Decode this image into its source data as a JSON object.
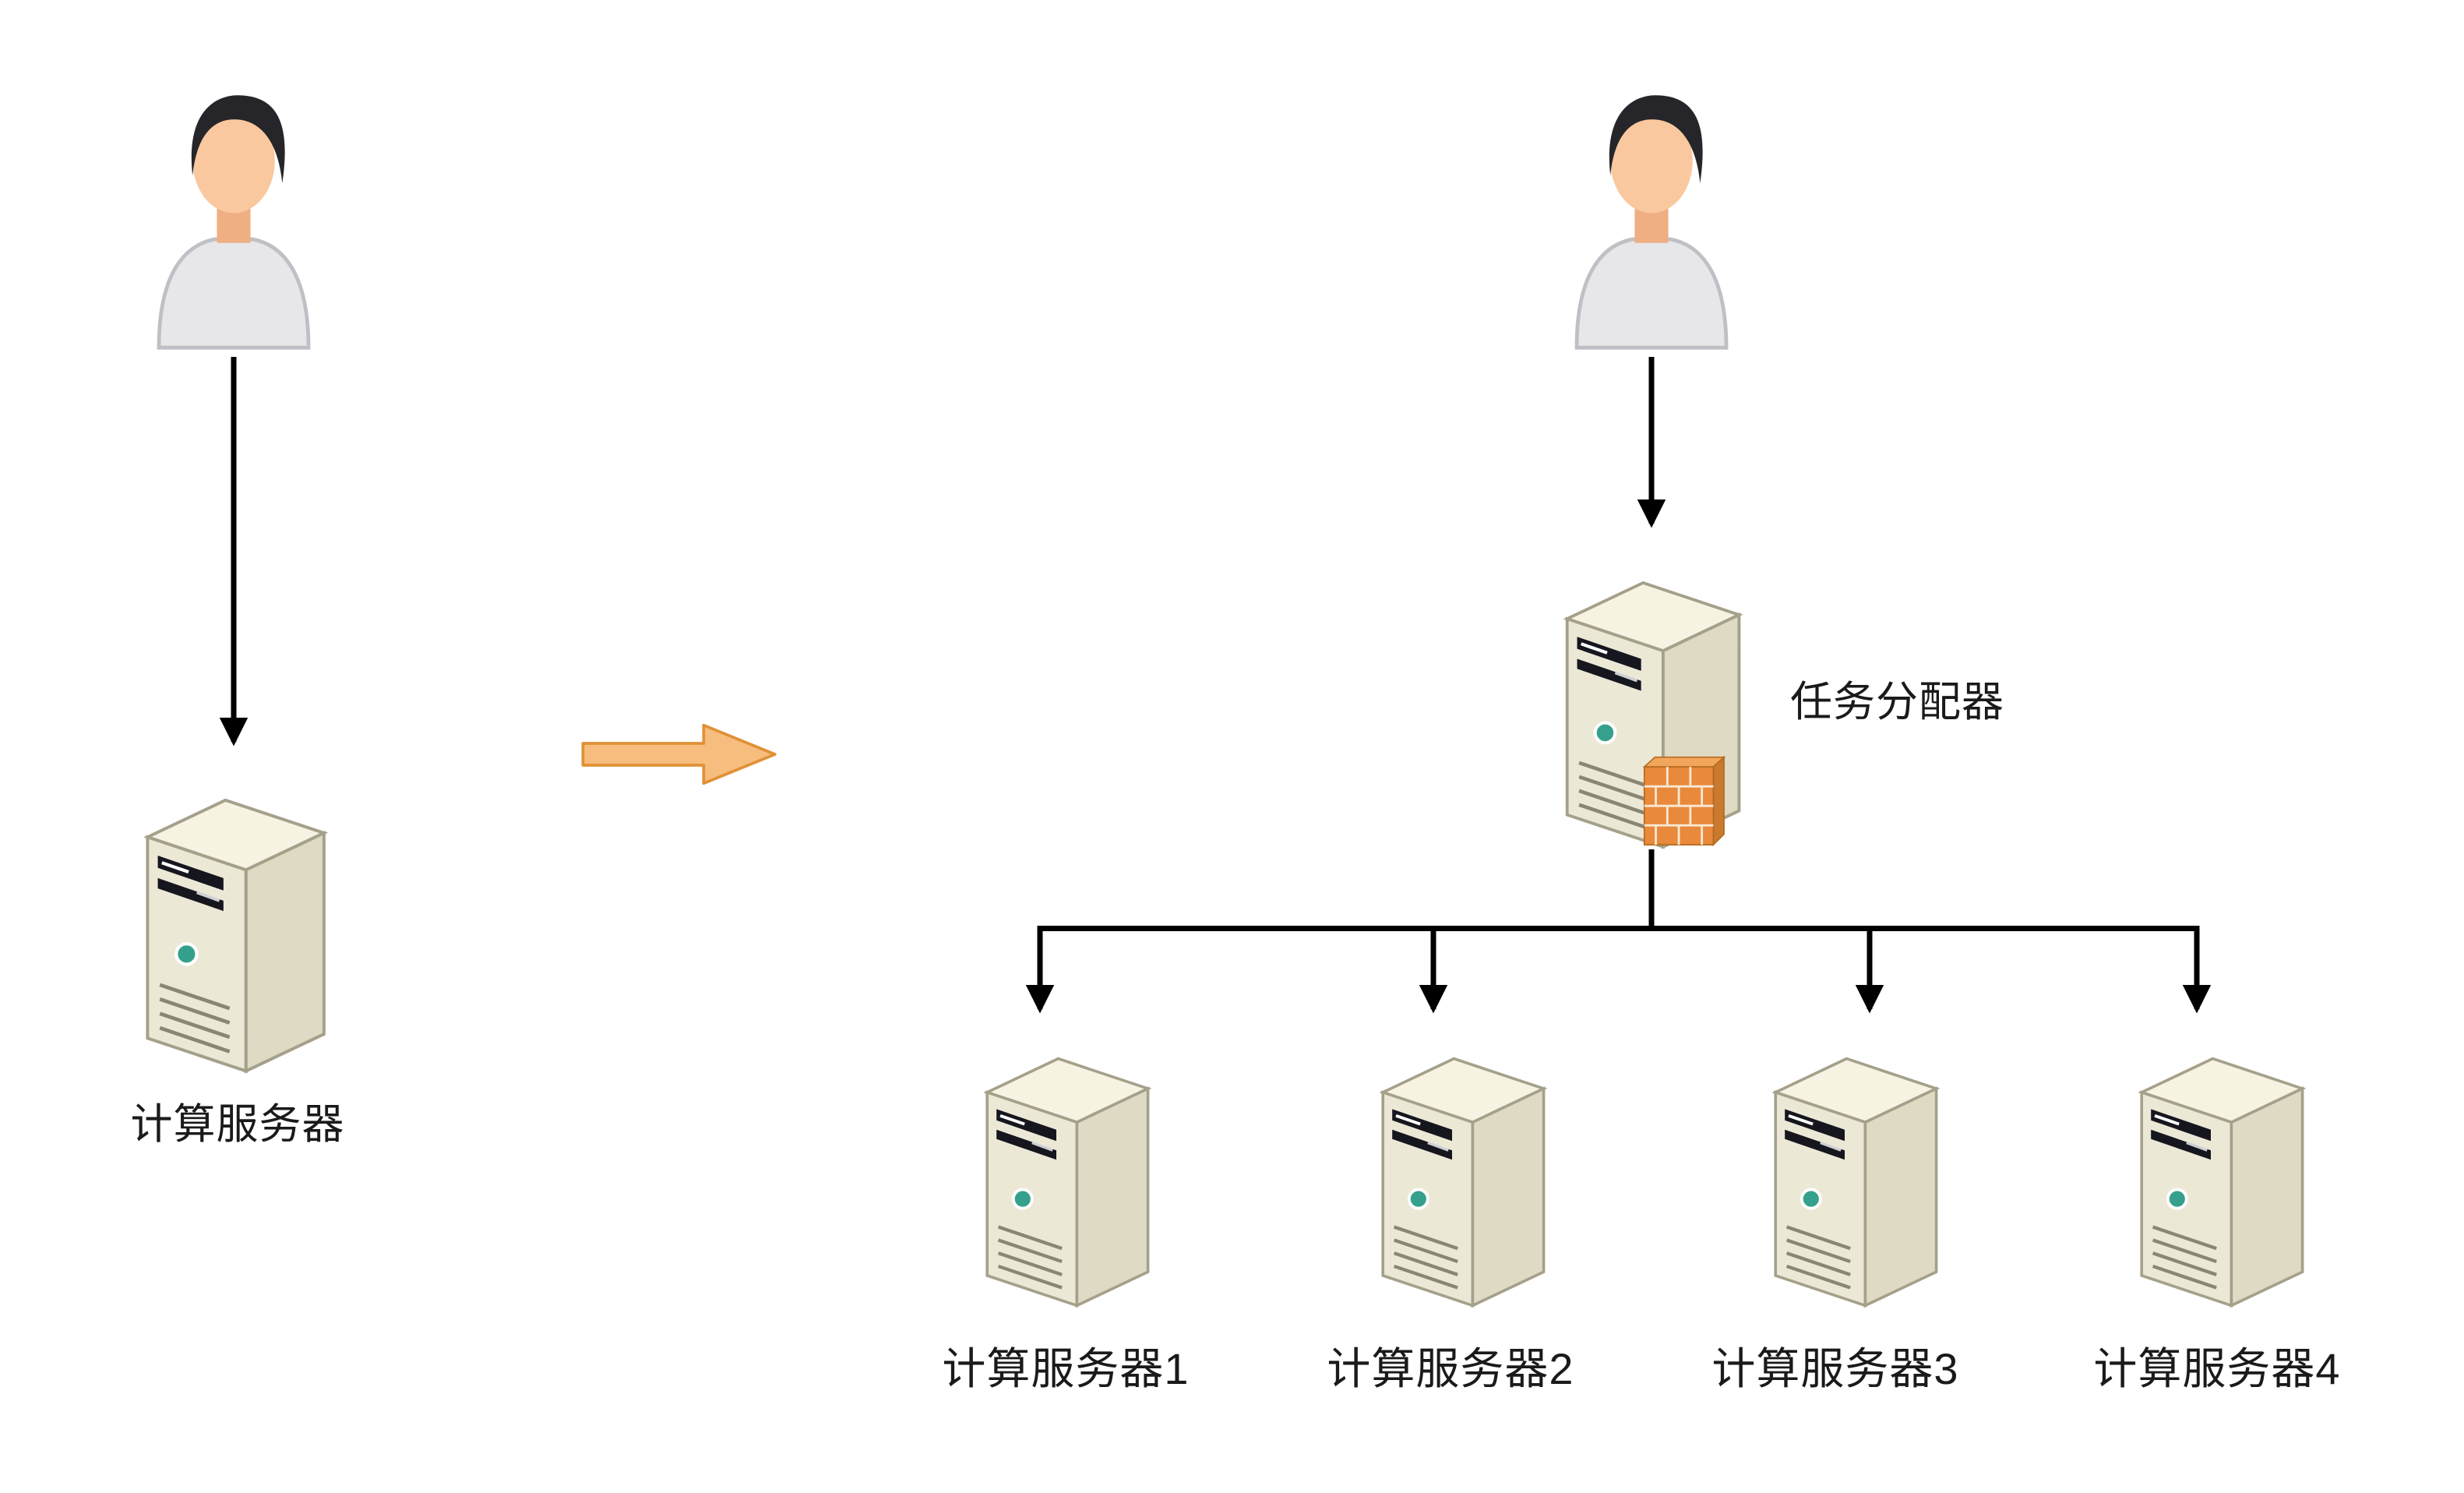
{
  "diagram": {
    "left_group": {
      "user_icon": "user-icon",
      "server": {
        "icon": "server-icon",
        "label": "计算服务器"
      }
    },
    "transition": {
      "icon": "right-block-arrow-icon"
    },
    "right_group": {
      "user_icon": "user-icon",
      "dispatcher": {
        "icon": "server-icon",
        "firewall_icon": "firewall-icon",
        "label": "任务分配器"
      },
      "servers": [
        {
          "icon": "server-icon",
          "label": "计算服务器1"
        },
        {
          "icon": "server-icon",
          "label": "计算服务器2"
        },
        {
          "icon": "server-icon",
          "label": "计算服务器3"
        },
        {
          "icon": "server-icon",
          "label": "计算服务器4"
        }
      ]
    },
    "colors": {
      "background": "#FFFFFF",
      "connector": "#000000",
      "block_arrow_fill": "#F7BD7E",
      "block_arrow_stroke": "#E09136",
      "server_front": "#ECE8D6",
      "server_side": "#DFDAC4",
      "server_top": "#F6F3E3",
      "led": "#35A08C",
      "firewall_front": "#E8893B",
      "text": "#1A1A1A"
    }
  }
}
